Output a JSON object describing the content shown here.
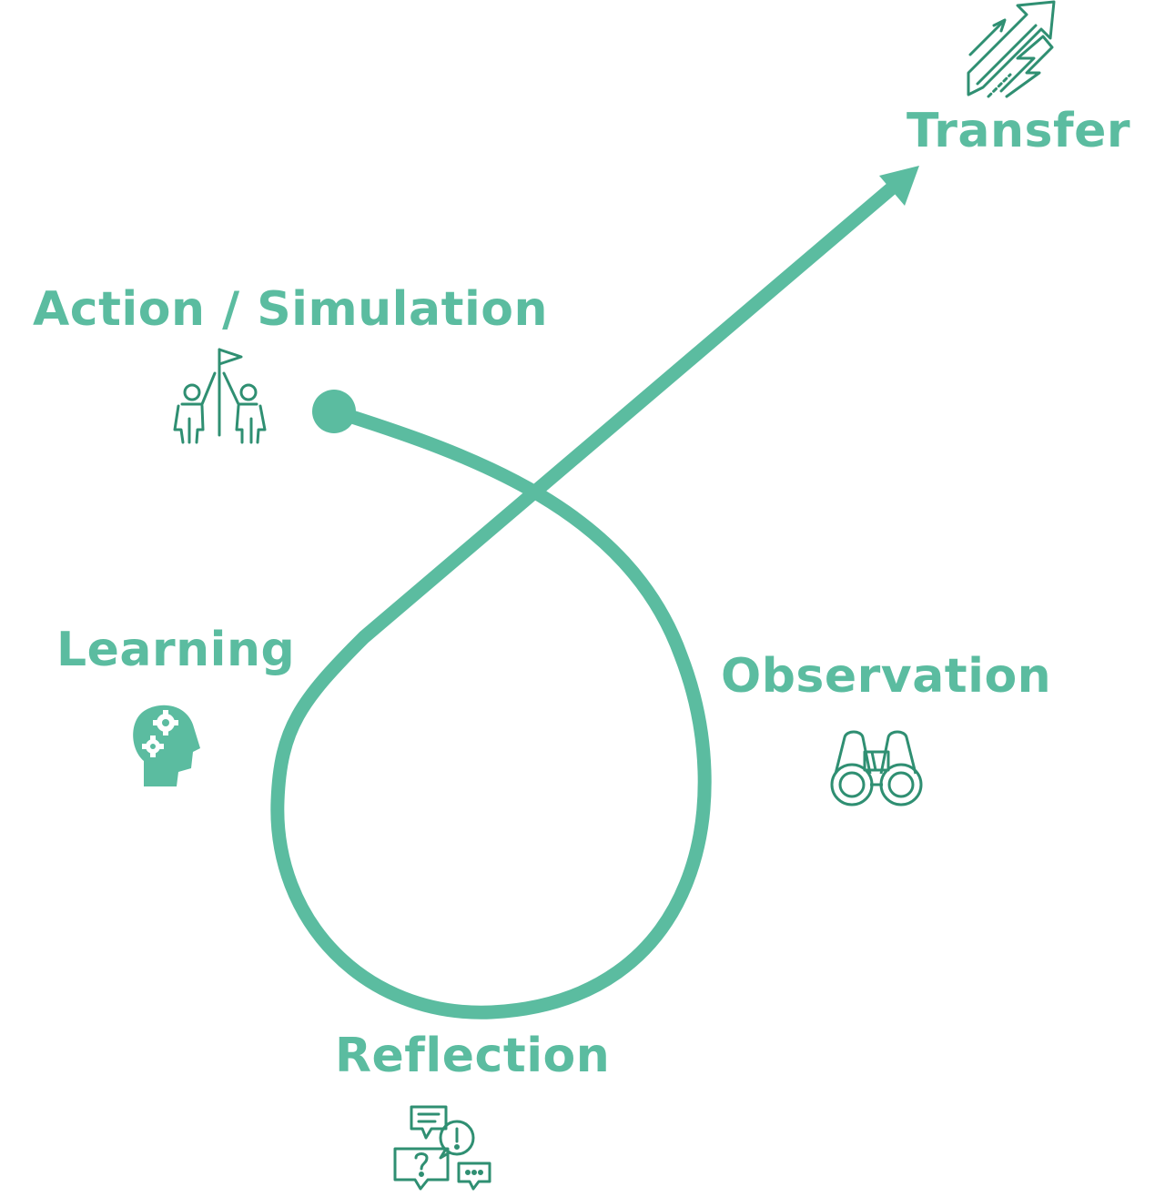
{
  "colors": {
    "accent": "#5bbca0",
    "icon_stroke": "#2f8f72",
    "background": "#ffffff"
  },
  "stages": {
    "transfer": {
      "label": "Transfer",
      "icon": "rising-arrows-icon"
    },
    "action": {
      "label": "Action / Simulation",
      "icon": "teamwork-flag-icon"
    },
    "learning": {
      "label": "Learning",
      "icon": "head-gears-icon"
    },
    "observation": {
      "label": "Observation",
      "icon": "binoculars-icon"
    },
    "reflection": {
      "label": "Reflection",
      "icon": "speech-bubbles-icon"
    }
  }
}
